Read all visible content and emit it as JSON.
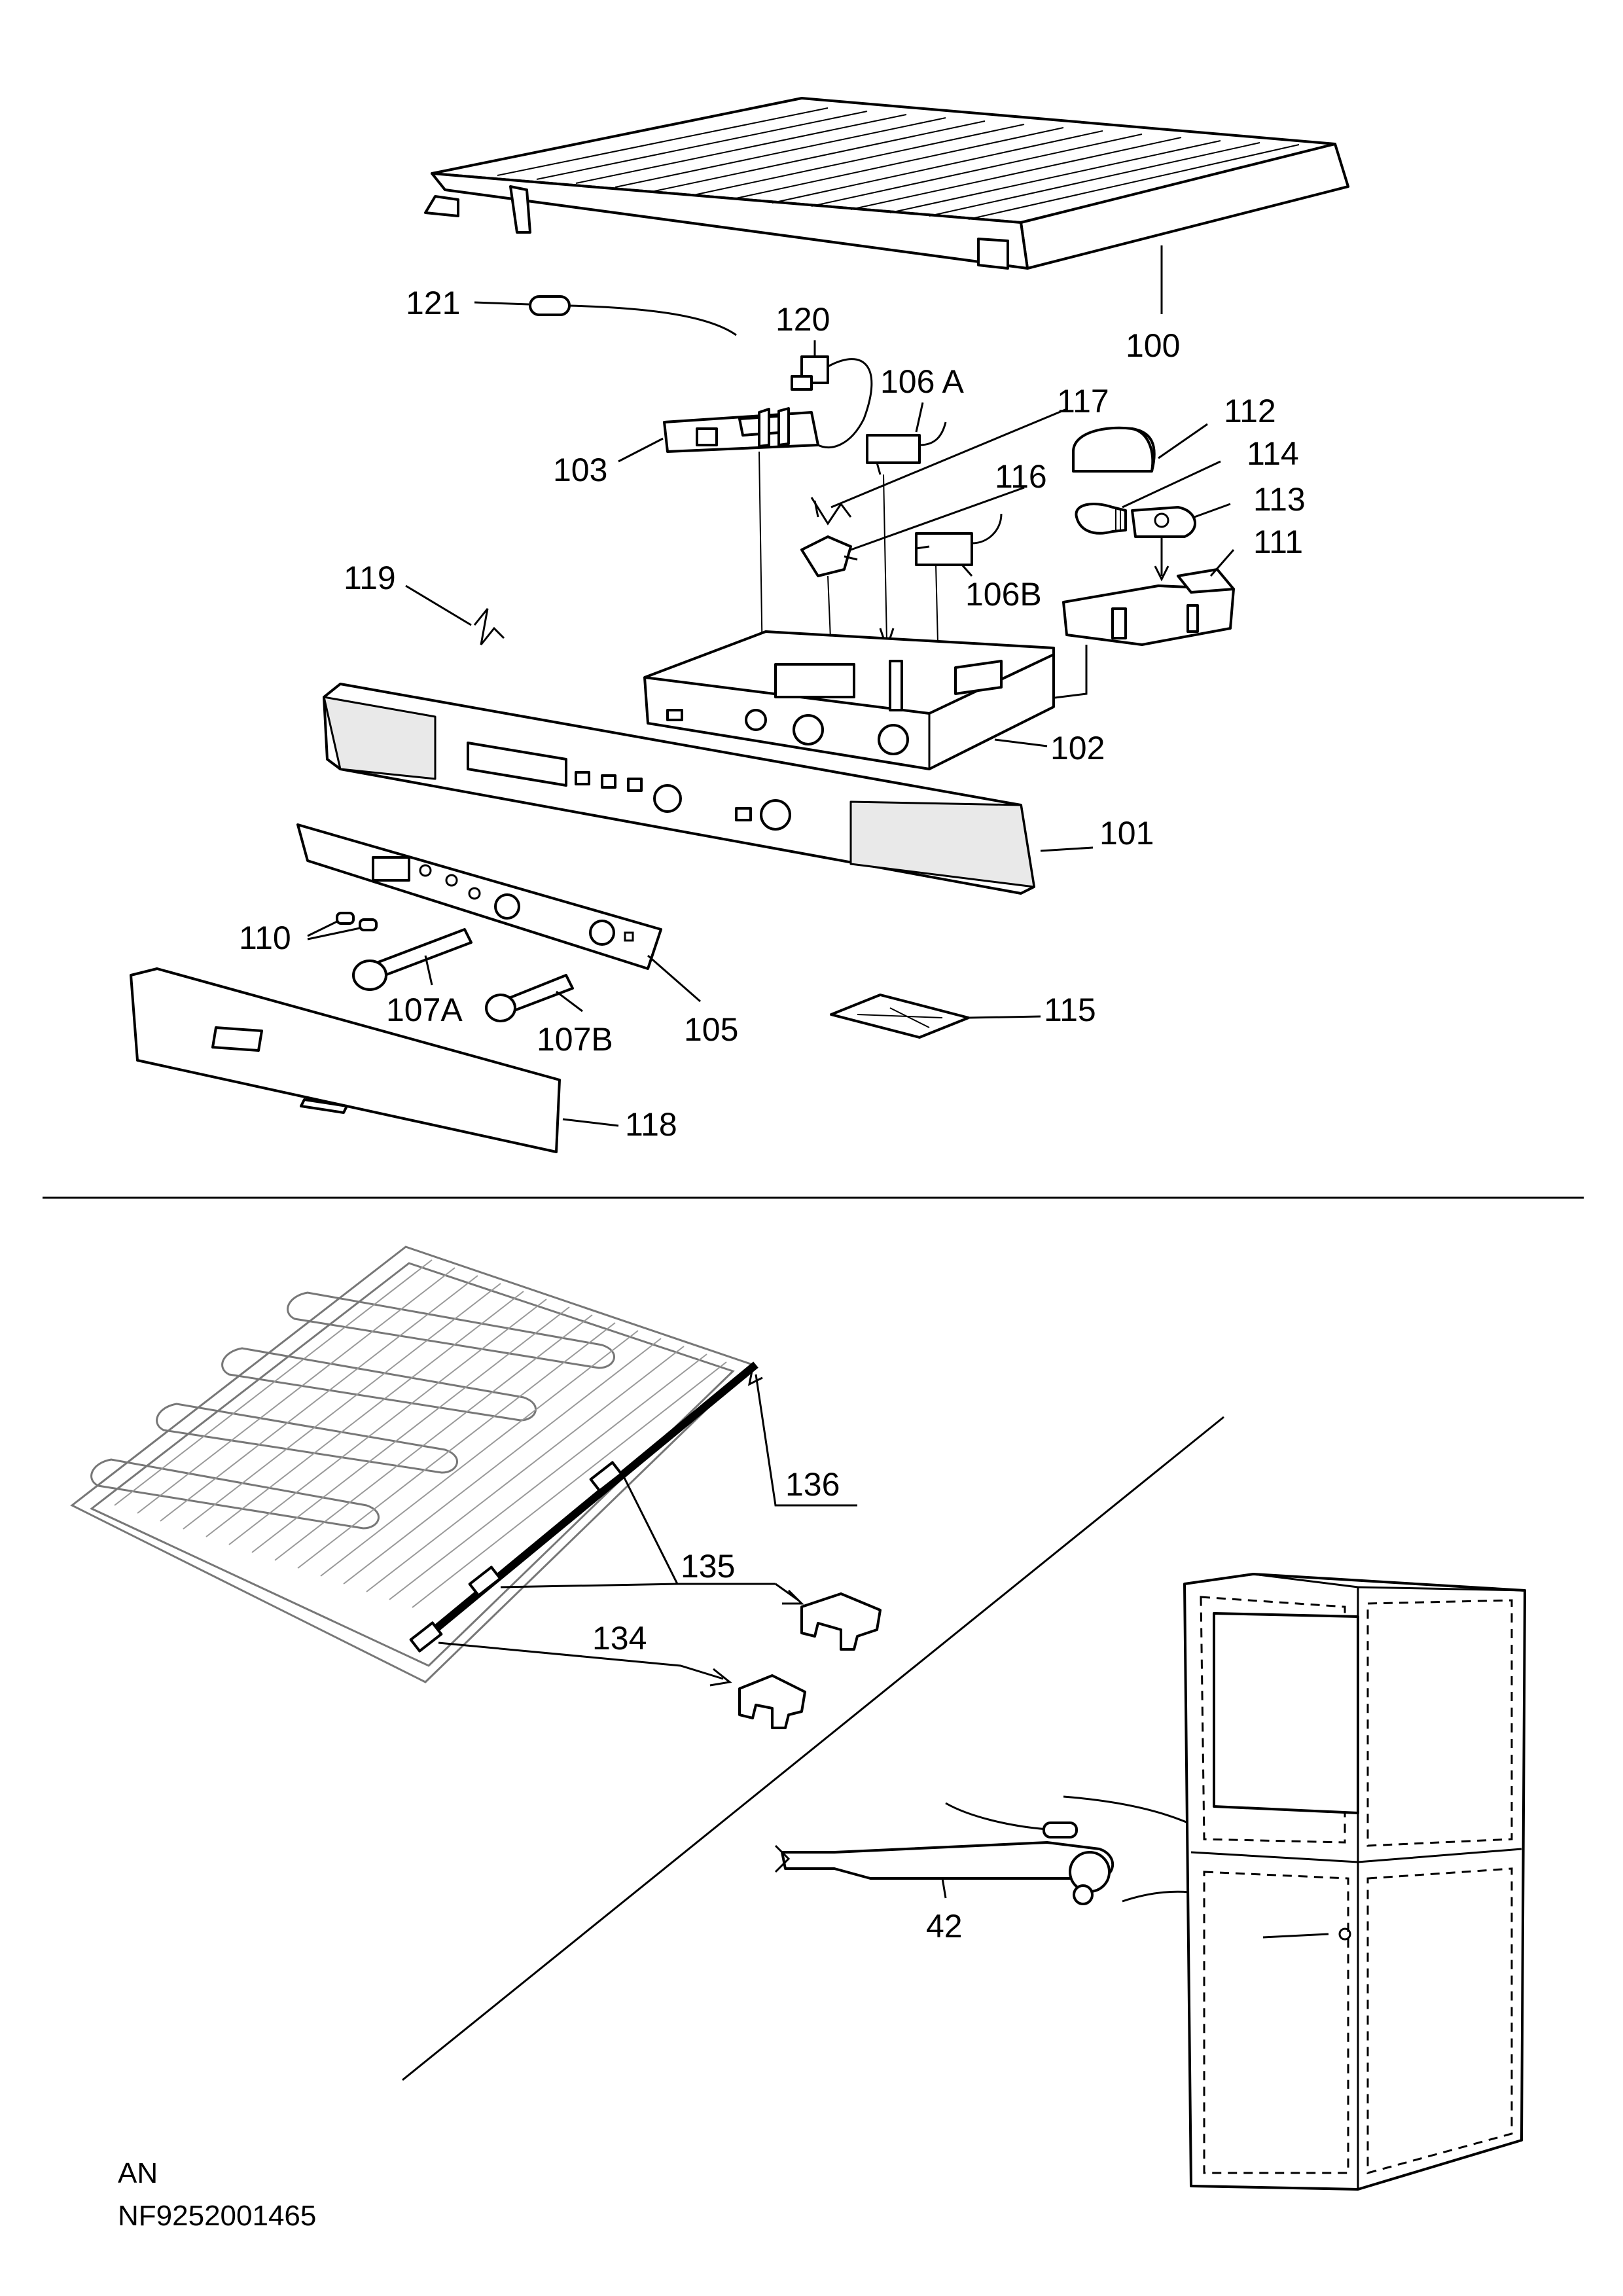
{
  "labels": {
    "p100": "100",
    "p101": "101",
    "p102": "102",
    "p103": "103",
    "p105": "105",
    "p106a": "106 A",
    "p106b": "106B",
    "p107a": "107A",
    "p107b": "107B",
    "p110": "110",
    "p111": "111",
    "p112": "112",
    "p113": "113",
    "p114": "114",
    "p115": "115",
    "p116": "116",
    "p117": "117",
    "p118": "118",
    "p119": "119",
    "p120": "120",
    "p121": "121",
    "p134": "134",
    "p135": "135",
    "p136": "136",
    "p42": "42"
  },
  "footer": {
    "code": "AN",
    "doc_number": "NF9252001465"
  }
}
